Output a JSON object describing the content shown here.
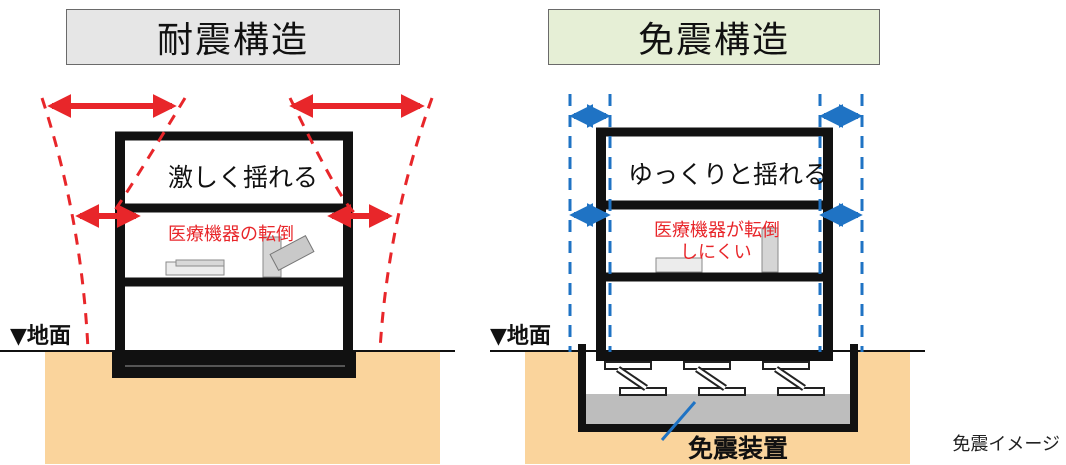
{
  "left": {
    "title": "耐震構造",
    "shake_label": "激しく揺れる",
    "equipment_label": "医療機器の転倒",
    "ground_label": "▼地面"
  },
  "right": {
    "title": "免震構造",
    "shake_label": "ゆっくりと揺れる",
    "equipment_label_line1": "医療機器が転倒",
    "equipment_label_line2": "しにくい",
    "ground_label": "▼地面",
    "device_label": "免震装置"
  },
  "caption": "免震イメージ",
  "colors": {
    "left_title_bg": "#e6e6e6",
    "right_title_bg": "#e6efd6",
    "soil": "#fad49c",
    "red": "#e8262a",
    "blue": "#1f73c4"
  }
}
